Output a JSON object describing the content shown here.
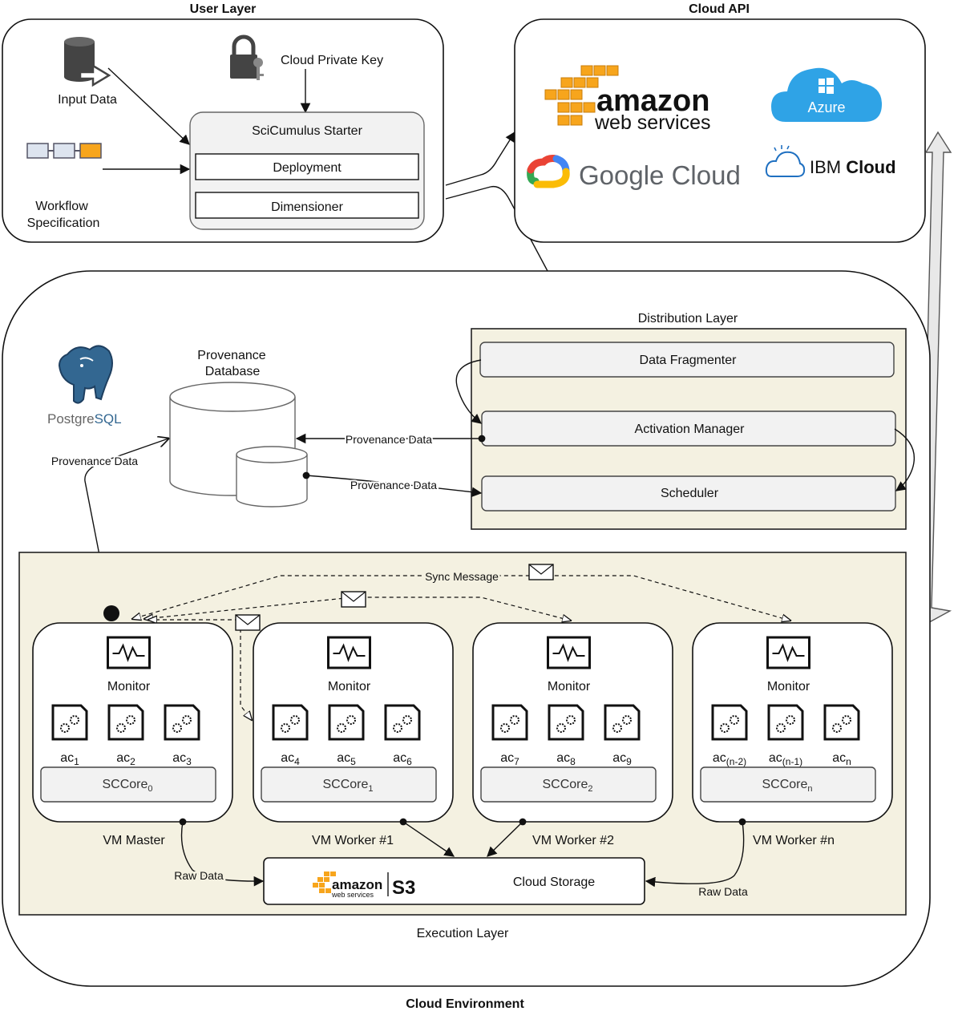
{
  "titles": {
    "user_layer": "User Layer",
    "cloud_api": "Cloud API",
    "cloud_environment": "Cloud Environment",
    "distribution_layer": "Distribution Layer",
    "execution_layer": "Execution Layer"
  },
  "user_layer": {
    "input_data": "Input Data",
    "cloud_private_key": "Cloud Private Key",
    "workflow_spec_line1": "Workflow",
    "workflow_spec_line2": "Specification",
    "starter": {
      "title": "SciCumulus Starter",
      "deployment": "Deployment",
      "dimensioner": "Dimensioner"
    }
  },
  "cloud_api": {
    "amazon_line1": "amazon",
    "amazon_line2": "web services",
    "azure": "Azure",
    "google": "Google Cloud",
    "ibm_regular": "IBM ",
    "ibm_bold": "Cloud"
  },
  "provenance": {
    "postgres_a": "Postgre",
    "postgres_b": "SQL",
    "db_line1": "Provenance",
    "db_line2": "Database",
    "edge_label": "Provenance Data"
  },
  "distribution": {
    "data_fragmenter": "Data Fragmenter",
    "activation_manager": "Activation Manager",
    "scheduler": "Scheduler"
  },
  "execution": {
    "sync_message": "Sync Message",
    "monitor": "Monitor",
    "raw_data": "Raw Data",
    "cloud_storage": "Cloud Storage",
    "s3_amazon": "amazon",
    "s3_webservices": "web services",
    "s3": "S3",
    "vms": [
      {
        "name": "VM Master",
        "core": "SCCore",
        "core_sub": "0",
        "acs": [
          {
            "t": "ac",
            "s": "1"
          },
          {
            "t": "ac",
            "s": "2"
          },
          {
            "t": "ac",
            "s": "3"
          }
        ]
      },
      {
        "name": "VM Worker #1",
        "core": "SCCore",
        "core_sub": "1",
        "acs": [
          {
            "t": "ac",
            "s": "4"
          },
          {
            "t": "ac",
            "s": "5"
          },
          {
            "t": "ac",
            "s": "6"
          }
        ]
      },
      {
        "name": "VM Worker #2",
        "core": "SCCore",
        "core_sub": "2",
        "acs": [
          {
            "t": "ac",
            "s": "7"
          },
          {
            "t": "ac",
            "s": "8"
          },
          {
            "t": "ac",
            "s": "9"
          }
        ]
      },
      {
        "name": "VM Worker #n",
        "core": "SCCore",
        "core_sub": "n",
        "acs": [
          {
            "t": "ac",
            "s": "(n-2)"
          },
          {
            "t": "ac",
            "s": "(n-1)"
          },
          {
            "t": "ac",
            "s": "n"
          }
        ]
      }
    ]
  },
  "colors": {
    "panel": "#f4f1e1",
    "aws_orange": "#f7a51c",
    "azure_blue": "#2fa3e6",
    "google_blue": "#4285f4",
    "google_red": "#ea4335",
    "google_yellow": "#fbbc05",
    "google_green": "#34a853",
    "ibm_blue": "#1f70c1",
    "postgres_blue": "#336791"
  }
}
